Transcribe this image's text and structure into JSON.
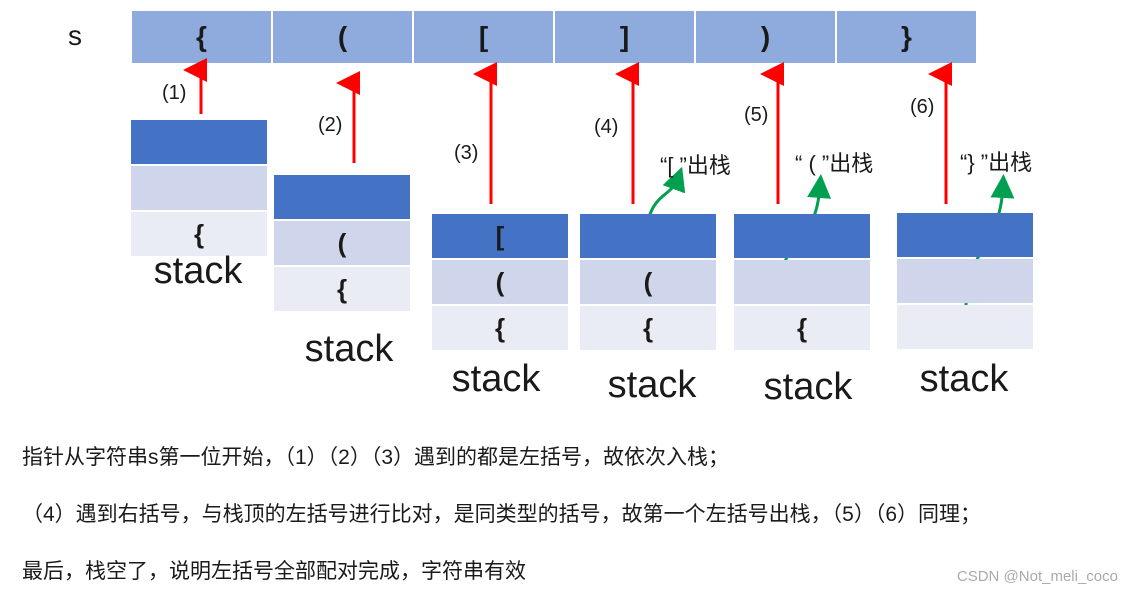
{
  "s_label": "s",
  "s_chars": [
    "{",
    "(",
    "[",
    "]",
    ")",
    "}"
  ],
  "steps": [
    "(1)",
    "(2)",
    "(3)",
    "(4)",
    "(5)",
    "(6)"
  ],
  "stacks": [
    {
      "cells": [
        "",
        "",
        "{"
      ],
      "label": "stack"
    },
    {
      "cells": [
        "",
        "(",
        "{"
      ],
      "label": "stack"
    },
    {
      "cells": [
        "[",
        "(",
        "{"
      ],
      "label": "stack"
    },
    {
      "cells": [
        "",
        "(",
        "{"
      ],
      "label": "stack"
    },
    {
      "cells": [
        "",
        "",
        "{"
      ],
      "label": "stack"
    },
    {
      "cells": [
        "",
        "",
        ""
      ],
      "label": "stack"
    }
  ],
  "pop_notes": [
    "“[ ”出栈",
    "“ ( ”出栈",
    "“} ”出栈"
  ],
  "paragraphs": [
    "指针从字符串s第一位开始，（1）（2）（3）遇到的都是左括号，故依次入栈；",
    "（4）遇到右括号，与栈顶的左括号进行比对，是同类型的括号，故第一个左括号出栈，（5）（6）同理；",
    "最后，栈空了，说明左括号全部配对完成，字符串有效"
  ],
  "watermark": "CSDN @Not_meli_coco",
  "colors": {
    "s_cell": "#8faadc",
    "stack_top": "#4472c4",
    "stack_mid": "#cfd5ea",
    "stack_bottom": "#e9ebf5",
    "push_arrow": "#ff0000",
    "pop_arrow": "#00a050"
  }
}
